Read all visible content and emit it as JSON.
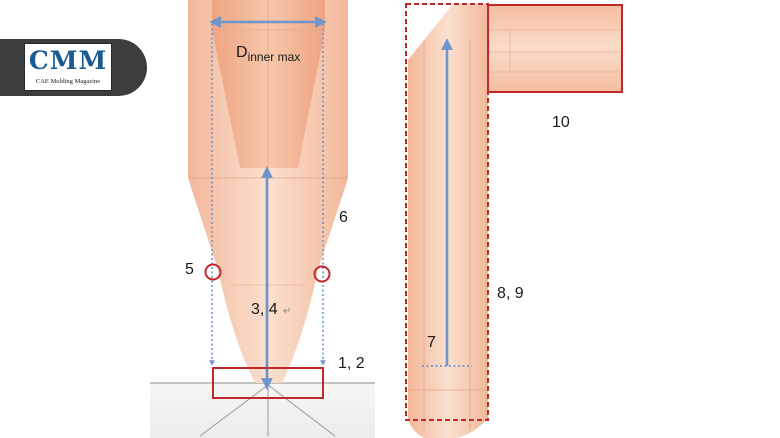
{
  "badge": {
    "logo_text": "CMM",
    "logo_subtitle": "CAE Molding Magazine"
  },
  "labels": {
    "d_inner_main": "D",
    "d_inner_sub": "inner max",
    "l_5": "5",
    "l_6": "6",
    "l_34": "3, 4",
    "l_12": "1, 2",
    "l_7": "7",
    "l_89": "8, 9",
    "l_10": "10"
  },
  "colors": {
    "body_fill": "#f4bd9f",
    "arrow": "#6e96cc",
    "highlight": "#c0282c",
    "line": "#888888"
  }
}
